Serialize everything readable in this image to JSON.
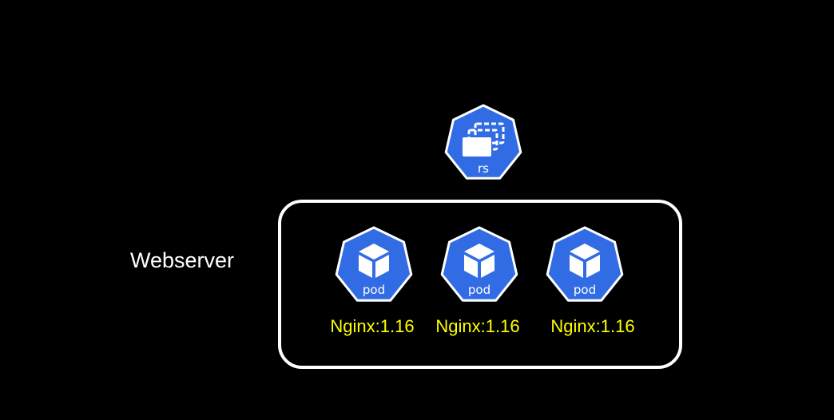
{
  "group_label": "Webserver",
  "replicaset": {
    "label": "rs"
  },
  "pods": [
    {
      "label": "pod",
      "version": "Nginx:1.16"
    },
    {
      "label": "pod",
      "version": "Nginx:1.16"
    },
    {
      "label": "pod",
      "version": "Nginx:1.16"
    }
  ],
  "icons": {
    "replicaset": "replicaset-icon",
    "pod": "pod-cube-icon"
  },
  "colors": {
    "background": "#000000",
    "k8s_blue": "#326CE5",
    "version_text": "#FFFF00",
    "outline": "#FFFFFF"
  }
}
